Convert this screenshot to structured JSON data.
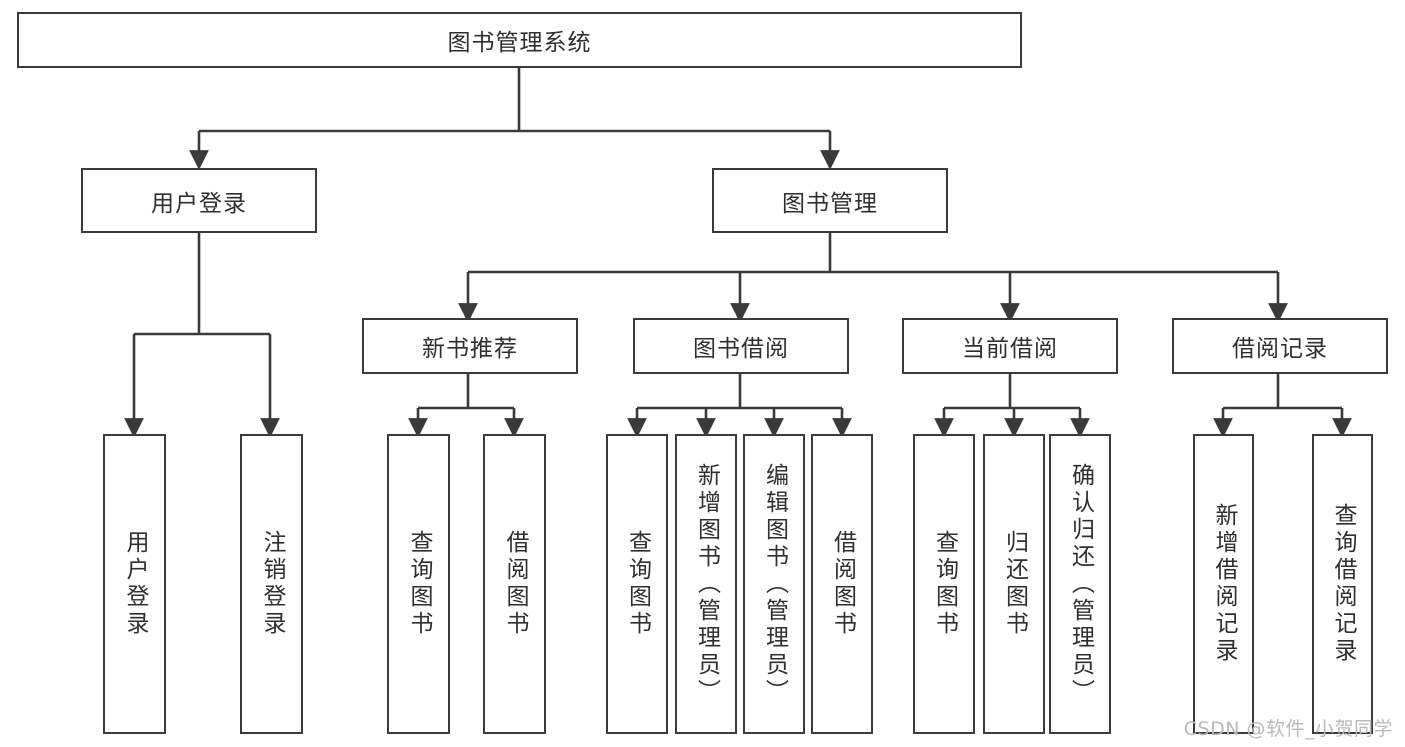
{
  "diagram": {
    "title": "图书管理系统",
    "watermark": "CSDN @软件_小贺同学",
    "line_color": "#3a3a3a",
    "text_color": "#2f2f2f",
    "background": "#ffffff",
    "type": "tree-hierarchy-flowchart",
    "nodes": {
      "root": "图书管理系统",
      "level2": [
        "用户登录",
        "图书管理"
      ],
      "level3": [
        "新书推荐",
        "图书借阅",
        "当前借阅",
        "借阅记录"
      ],
      "leaves": {
        "user_login": [
          "用户登录",
          "注销登录"
        ],
        "new_book": [
          "查询图书",
          "借阅图书"
        ],
        "book_borrow": [
          "查询图书",
          "新增图书（管理员）",
          "编辑图书（管理员）",
          "借阅图书"
        ],
        "current_borrow": [
          "查询图书",
          "归还图书",
          "确认归还（管理员）"
        ],
        "borrow_record": [
          "新增借阅记录",
          "查询借阅记录"
        ]
      }
    }
  }
}
